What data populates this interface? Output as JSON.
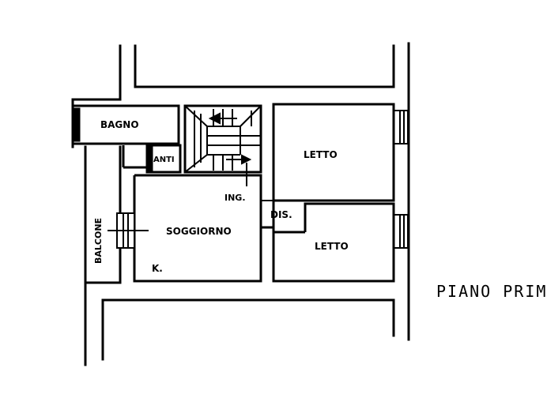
{
  "rooms": {
    "bagno": "BAGNO",
    "anti": "ANTI",
    "letto_1": "LETTO",
    "letto_2": "LETTO",
    "balcone": "BALCONE",
    "soggiorno": "SOGGIORNO",
    "ingresso": "ING.",
    "disimpegno": "DIS.",
    "cucina": "K."
  },
  "caption": "PIANO PRIM",
  "colors": {
    "ink": "#000000",
    "paper": "#ffffff"
  }
}
